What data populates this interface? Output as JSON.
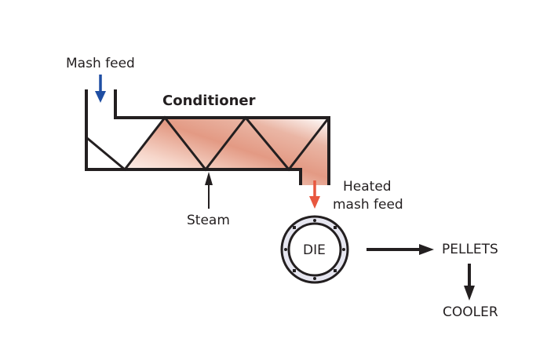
{
  "diagram": {
    "title": "Pellet mill conditioning process",
    "labels": {
      "mash_feed": "Mash feed",
      "conditioner": "Conditioner",
      "steam": "Steam",
      "heated_mash_feed_line1": "Heated",
      "heated_mash_feed_line2": "mash feed",
      "die": "DIE",
      "pellets": "PELLETS",
      "cooler": "COOLER"
    },
    "colors": {
      "mash_feed_arrow": "#1f4ea3",
      "heated_feed_arrow": "#e8573f",
      "conditioner_heat": "#e39a84",
      "die_ring": "#e6e6f0",
      "stroke": "#231f20"
    },
    "flow": [
      {
        "from": "Mash feed",
        "to": "Conditioner"
      },
      {
        "from": "Steam",
        "to": "Conditioner"
      },
      {
        "from": "Conditioner",
        "to": "DIE",
        "label": "Heated mash feed"
      },
      {
        "from": "DIE",
        "to": "PELLETS"
      },
      {
        "from": "PELLETS",
        "to": "COOLER"
      }
    ]
  }
}
